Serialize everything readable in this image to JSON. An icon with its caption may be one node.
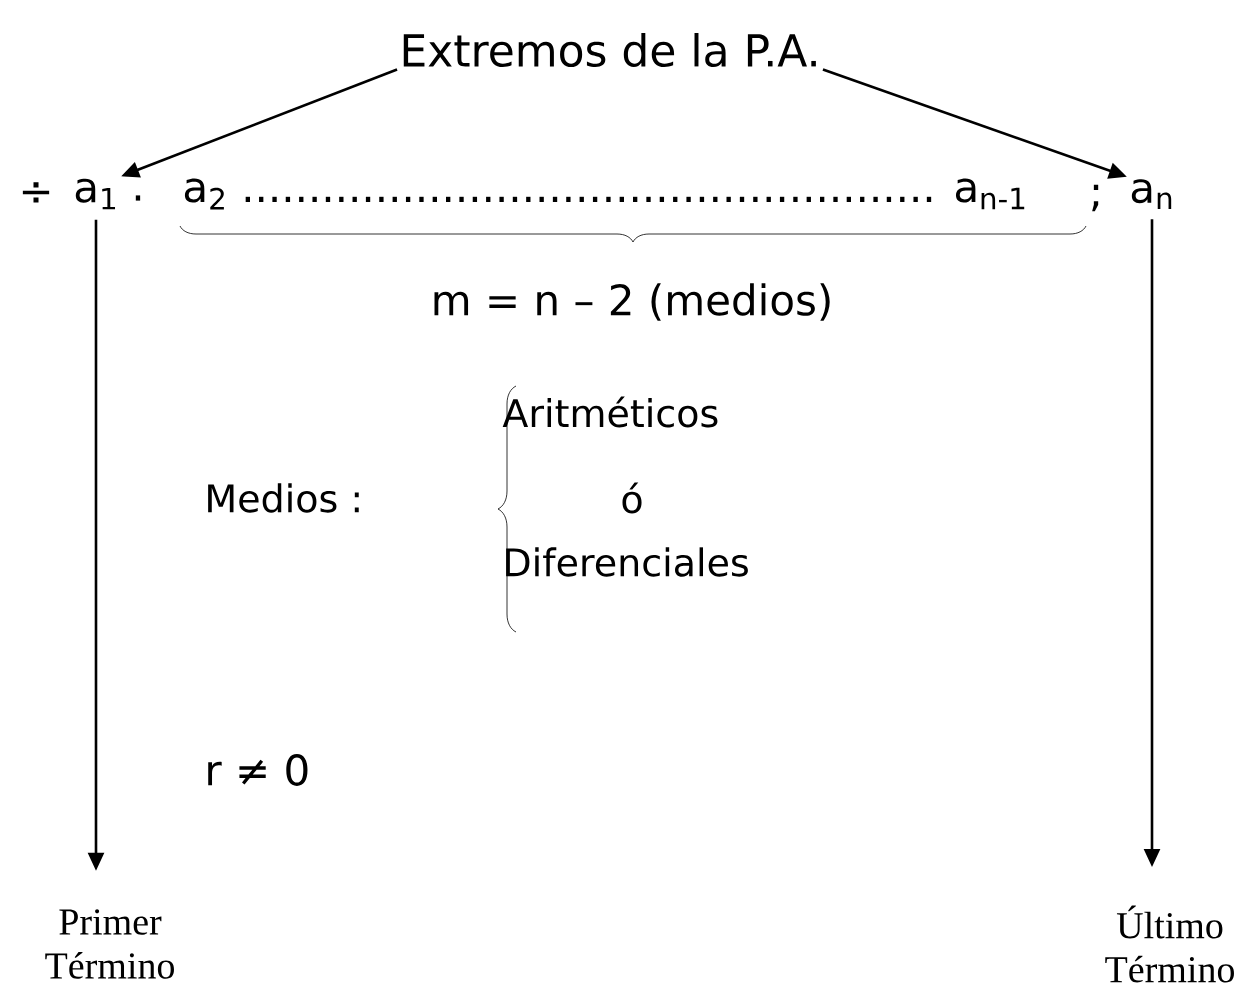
{
  "diagram": {
    "nodes": [
      {
        "text": [
          "Extremos de la P.A."
        ]
      },
      {
        "text": [
          "a$_{1}$"
        ]
      },
      {
        "text": [
          "a$_{n}$"
        ]
      },
      {
        "text": [
          "Primer Término"
        ]
      },
      {
        "text": [
          "Último Término"
        ]
      }
    ],
    "edges": [
      {
        "from": 0,
        "to": 1,
        "arrow": "to"
      },
      {
        "from": 0,
        "to": 2,
        "arrow": "to"
      },
      {
        "from": 1,
        "to": 3,
        "arrow": "to"
      },
      {
        "from": 2,
        "to": 4,
        "arrow": "to"
      }
    ],
    "labels": [
      "÷",
      ".",
      "a$_{2}$ .................................................... a$_{n-1}$",
      ";",
      "m = n – 2 (medios)",
      "Medios :",
      "Aritméticos",
      "ó",
      "Diferenciales",
      "r ≠ 0"
    ]
  }
}
